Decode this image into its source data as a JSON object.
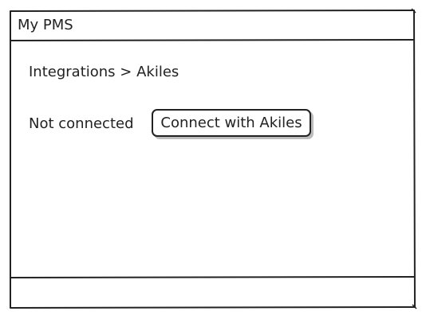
{
  "window": {
    "title": "My PMS"
  },
  "main": {
    "breadcrumb": "Integrations > Akiles",
    "status": "Not connected",
    "connect_button_label": "Connect with Akiles"
  },
  "colors": {
    "ink": "#222222",
    "button_shadow": "#bdbdbd",
    "background": "#ffffff"
  }
}
